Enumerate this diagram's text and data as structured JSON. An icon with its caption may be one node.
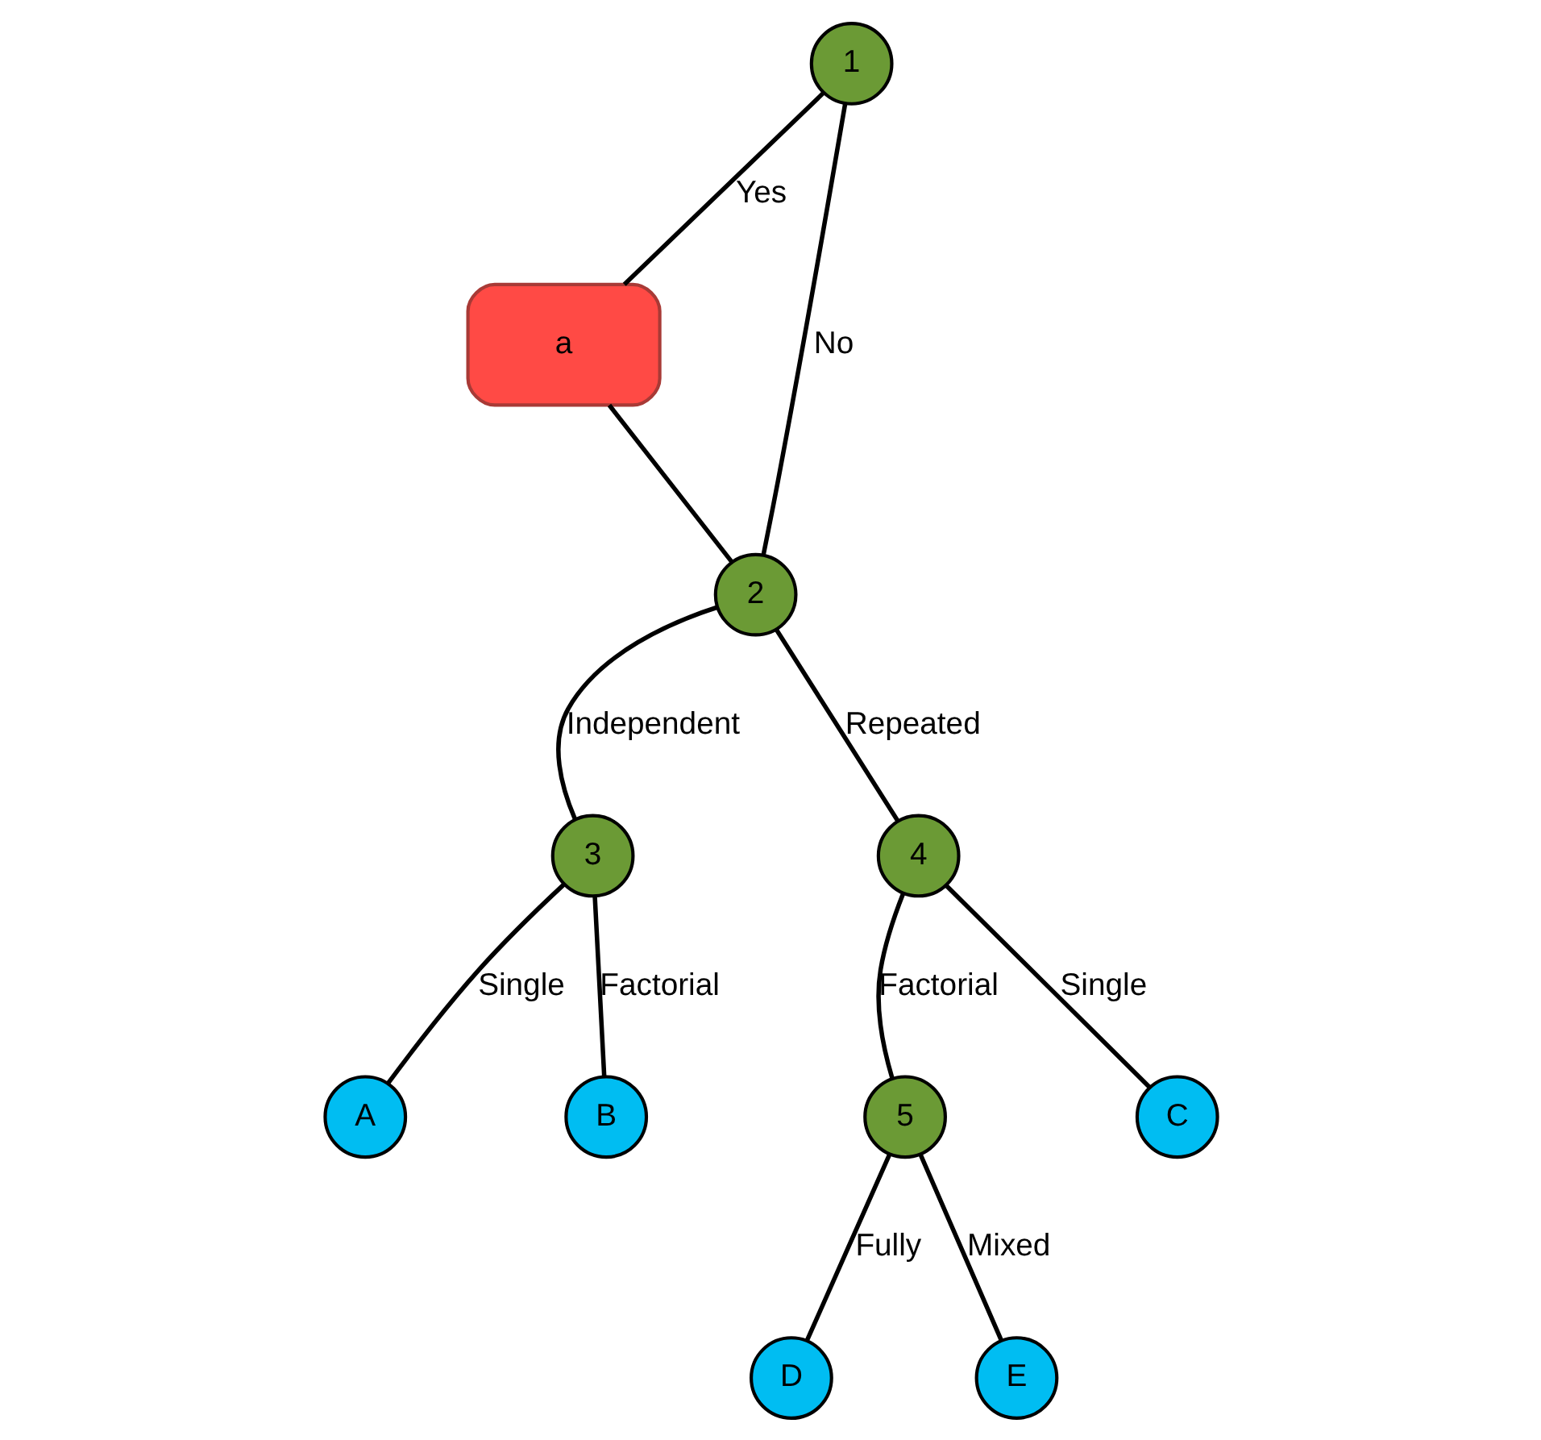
{
  "diagram": {
    "nodes": [
      {
        "text": [
          "1"
        ]
      },
      {
        "text": [
          "a"
        ]
      },
      {
        "text": [
          "2"
        ]
      },
      {
        "text": [
          "3"
        ]
      },
      {
        "text": [
          "4"
        ]
      },
      {
        "text": [
          "5"
        ]
      },
      {
        "text": [
          "A"
        ]
      },
      {
        "text": [
          "B"
        ]
      },
      {
        "text": [
          "C"
        ]
      },
      {
        "text": [
          "D"
        ]
      },
      {
        "text": [
          "E"
        ]
      }
    ],
    "edges": [
      {
        "from": 0,
        "to": 1,
        "arrow": "none",
        "label": "Yes"
      },
      {
        "from": 0,
        "to": 2,
        "arrow": "none",
        "label": "No"
      },
      {
        "from": 1,
        "to": 2,
        "arrow": "none"
      },
      {
        "from": 2,
        "to": 3,
        "arrow": "none",
        "label": "Independent"
      },
      {
        "from": 2,
        "to": 4,
        "arrow": "none",
        "label": "Repeated"
      },
      {
        "from": 3,
        "to": 6,
        "arrow": "none",
        "label": "Single"
      },
      {
        "from": 3,
        "to": 7,
        "arrow": "none",
        "label": "Factorial"
      },
      {
        "from": 4,
        "to": 8,
        "arrow": "none",
        "label": "Single"
      },
      {
        "from": 4,
        "to": 5,
        "arrow": "none",
        "label": "Factorial"
      },
      {
        "from": 5,
        "to": 9,
        "arrow": "none",
        "label": "Fully"
      },
      {
        "from": 5,
        "to": 10,
        "arrow": "none",
        "label": "Mixed"
      }
    ]
  }
}
